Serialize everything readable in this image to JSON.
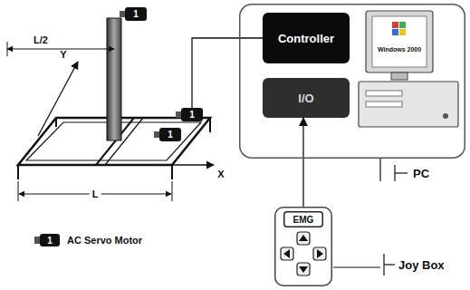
{
  "diagram": {
    "nodes": [
      {
        "text": [
          "1"
        ]
      },
      {
        "text": [
          "1"
        ]
      },
      {
        "text": [
          "1"
        ]
      },
      {
        "text": [
          "PC"
        ]
      },
      {
        "text": [
          "Controller"
        ],
        "in": 3
      },
      {
        "text": [
          "I/O"
        ],
        "in": 3
      },
      {
        "text": [
          "Joy Box"
        ]
      },
      {
        "text": [
          "EMG"
        ],
        "in": 6
      }
    ],
    "edges": [
      {
        "from": 1,
        "to": 4,
        "arrow": "none"
      },
      {
        "from": 6,
        "to": 5,
        "arrow": "to"
      }
    ],
    "labels": [
      "L/2",
      "Y",
      "X",
      "L",
      "1",
      "Windows 2000"
    ],
    "legend": [
      {
        "text": "AC Servo Motor"
      }
    ]
  }
}
